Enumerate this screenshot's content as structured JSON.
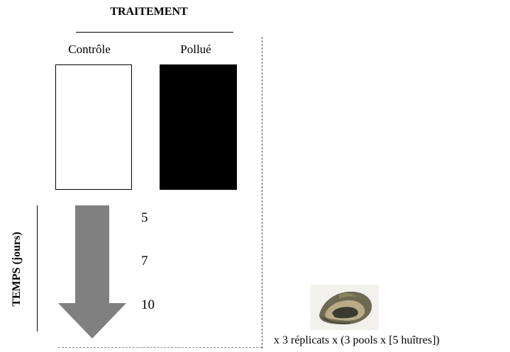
{
  "diagram": {
    "title": "TRAITEMENT",
    "treatments": [
      {
        "label": "Contrôle",
        "color": "#ffffff"
      },
      {
        "label": "Pollué",
        "color": "#000000"
      }
    ],
    "time_axis_label": "TEMPS (jours)",
    "days": [
      "5",
      "7",
      "10"
    ],
    "sample_caption": "x 3 réplicats x (3 pools x [5 huîtres])",
    "arrow_color": "#808080",
    "sample_icon": "oyster-photo"
  }
}
